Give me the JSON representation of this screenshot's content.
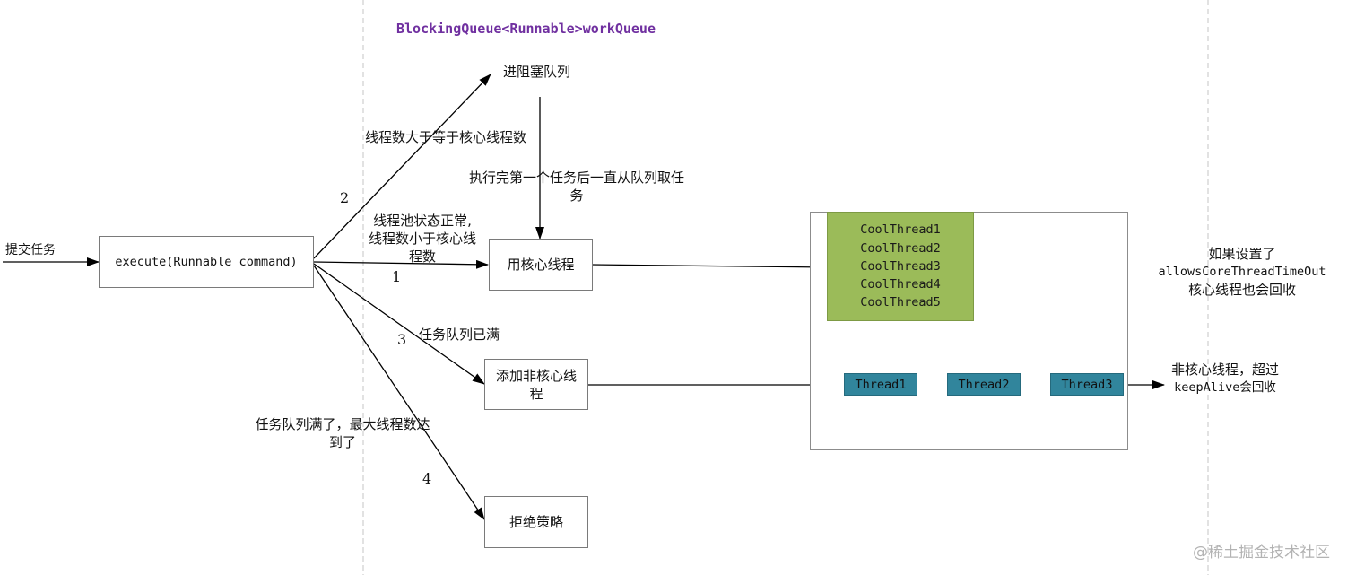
{
  "queue_title": "BlockingQueue<Runnable>workQueue",
  "submit_label": "提交任务",
  "execute_box": "execute(Runnable command)",
  "enqueue_label": "进阻塞队列",
  "core_thread_box": "用核心线程",
  "add_noncore_box": [
    "添加非核心线",
    "程"
  ],
  "reject_box": "拒绝策略",
  "edge_labels": {
    "ge_core": "线程数大于等于核心线程数",
    "normal": [
      "线程池状态正常,",
      "线程数小于核心线",
      "程数"
    ],
    "take_from_queue": [
      "执行完第一个任务后一直从队列取任",
      "务"
    ],
    "queue_full": "任务队列已满",
    "max_reached": [
      "任务队列满了，最大线程数达",
      "到了"
    ]
  },
  "step_numbers": {
    "one": "1",
    "two": "2",
    "three": "3",
    "four": "4"
  },
  "core_threads": [
    "CoolThread1",
    "CoolThread2",
    "CoolThread3",
    "CoolThread4",
    "CoolThread5"
  ],
  "noncore_threads": [
    "Thread1",
    "Thread2",
    "Thread3"
  ],
  "note_core_timeout": [
    "如果设置了",
    "allowsCoreThreadTimeOut",
    "核心线程也会回收"
  ],
  "note_noncore": [
    "非核心线程，超过",
    "keepAlive会回收"
  ],
  "watermark": "@稀土掘金技术社区",
  "colors": {
    "core_fill": "#9bbb59",
    "thread_fill": "#31859c",
    "queue_title": "#7030a0"
  }
}
